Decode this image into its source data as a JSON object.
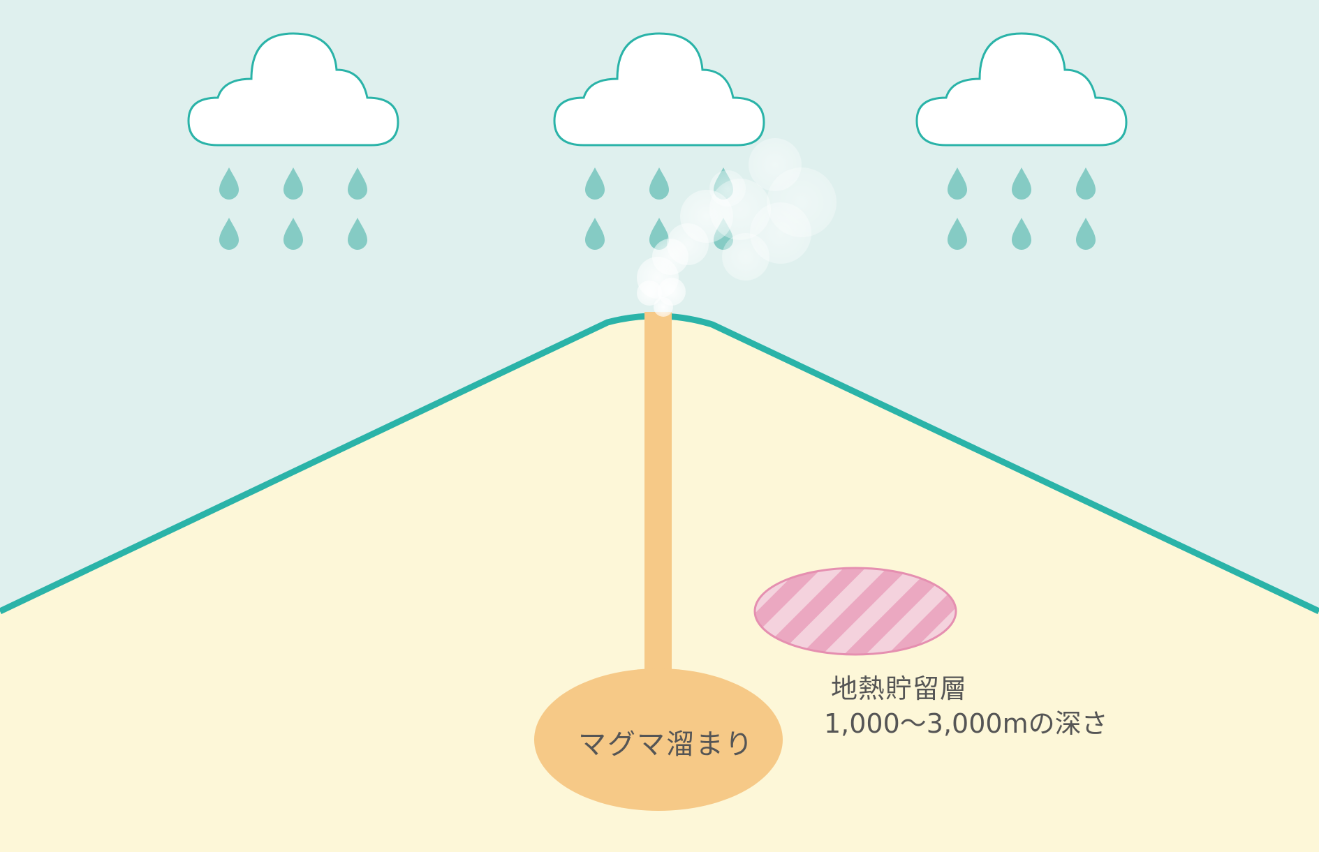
{
  "colors": {
    "sky": "#dff0ee",
    "ground": "#fdf7d8",
    "ridge": "#2ab3a8",
    "cloud_fill": "#ffffff",
    "cloud_outline": "#2ab3a8",
    "raindrop": "#85cbc4",
    "magma": "#f6c987",
    "reservoir_stripe_a": "#eba8c1",
    "reservoir_stripe_b": "#f4d2dd",
    "reservoir_outline": "#e58fb0",
    "steam": "#ffffff",
    "label_text": "#555555"
  },
  "icons": {
    "cloud": "cloud-icon",
    "raindrop": "raindrop-icon",
    "steam": "steam-icon"
  },
  "labels": {
    "magma_chamber": "マグマ溜まり",
    "reservoir_title": "地熱貯留層",
    "reservoir_depth": "1,000〜3,000mの深さ"
  }
}
